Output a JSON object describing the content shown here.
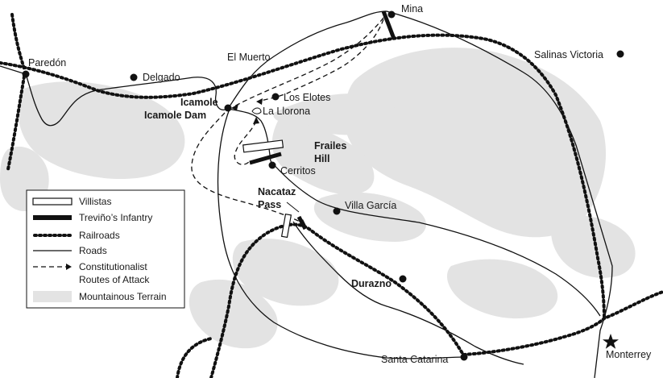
{
  "places": {
    "mina": "Mina",
    "paredon": "Paredón",
    "el_muerto": "El Muerto",
    "salinas_victoria": "Salinas Victoria",
    "delgado": "Delgado",
    "icamole": "Icamole",
    "icamole_dam": "Icamole Dam",
    "los_elotes": "Los Elotes",
    "la_llorona": "La Llorona",
    "frailes_hill_line1": "Frailes",
    "frailes_hill_line2": "Hill",
    "cerritos": "Cerritos",
    "nacataz_line1": "Nacataz",
    "nacataz_line2": "Pass",
    "villa_garcia": "Villa García",
    "durazno": "Durazno",
    "santa_catarina": "Santa Catarina",
    "monterrey": "Monterrey"
  },
  "legend": {
    "villistas": "Villistas",
    "trevino": "Treviño’s Infantry",
    "railroads": "Railroads",
    "roads": "Roads",
    "routes_line1": "Constitutionalist",
    "routes_line2": "Routes of Attack",
    "mountains": "Mountainous Terrain"
  },
  "colors": {
    "terrain": "#e3e3e3",
    "ink": "#111111",
    "background": "#ffffff"
  },
  "icons": {
    "town": "filled-circle",
    "capital": "star",
    "villistas_unit": "open-bar",
    "trevino_unit": "filled-bar"
  }
}
